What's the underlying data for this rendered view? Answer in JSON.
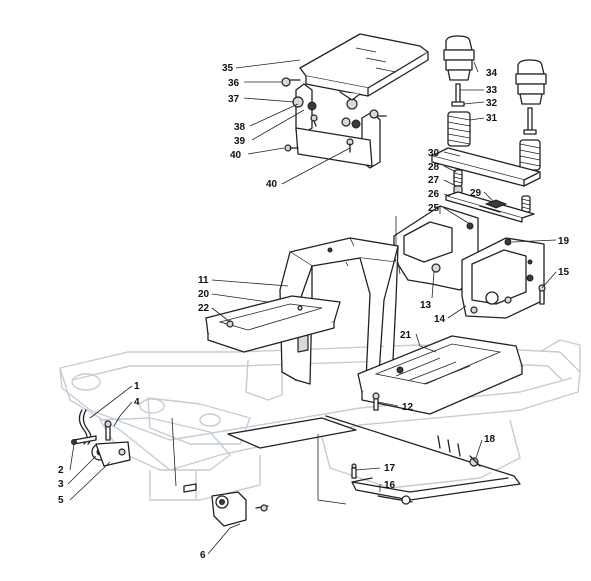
{
  "diagram": {
    "callouts": [
      {
        "id": "c1",
        "label": "1"
      },
      {
        "id": "c2",
        "label": "2"
      },
      {
        "id": "c3",
        "label": "3"
      },
      {
        "id": "c4",
        "label": "4"
      },
      {
        "id": "c5",
        "label": "5"
      },
      {
        "id": "c6",
        "label": "6"
      },
      {
        "id": "c11",
        "label": "11"
      },
      {
        "id": "c12",
        "label": "12"
      },
      {
        "id": "c13",
        "label": "13"
      },
      {
        "id": "c14",
        "label": "14"
      },
      {
        "id": "c15",
        "label": "15"
      },
      {
        "id": "c16",
        "label": "16"
      },
      {
        "id": "c17",
        "label": "17"
      },
      {
        "id": "c18",
        "label": "18"
      },
      {
        "id": "c19",
        "label": "19"
      },
      {
        "id": "c20",
        "label": "20"
      },
      {
        "id": "c21",
        "label": "21"
      },
      {
        "id": "c22",
        "label": "22"
      },
      {
        "id": "c25",
        "label": "25"
      },
      {
        "id": "c26",
        "label": "26"
      },
      {
        "id": "c27",
        "label": "27"
      },
      {
        "id": "c28",
        "label": "28"
      },
      {
        "id": "c29",
        "label": "29"
      },
      {
        "id": "c30",
        "label": "30"
      },
      {
        "id": "c31",
        "label": "31"
      },
      {
        "id": "c32",
        "label": "32"
      },
      {
        "id": "c33",
        "label": "33"
      },
      {
        "id": "c34",
        "label": "34"
      },
      {
        "id": "c35",
        "label": "35"
      },
      {
        "id": "c36",
        "label": "36"
      },
      {
        "id": "c37",
        "label": "37"
      },
      {
        "id": "c38",
        "label": "38"
      },
      {
        "id": "c39",
        "label": "39"
      },
      {
        "id": "c40a",
        "label": "40"
      },
      {
        "id": "c40b",
        "label": "40"
      }
    ]
  }
}
